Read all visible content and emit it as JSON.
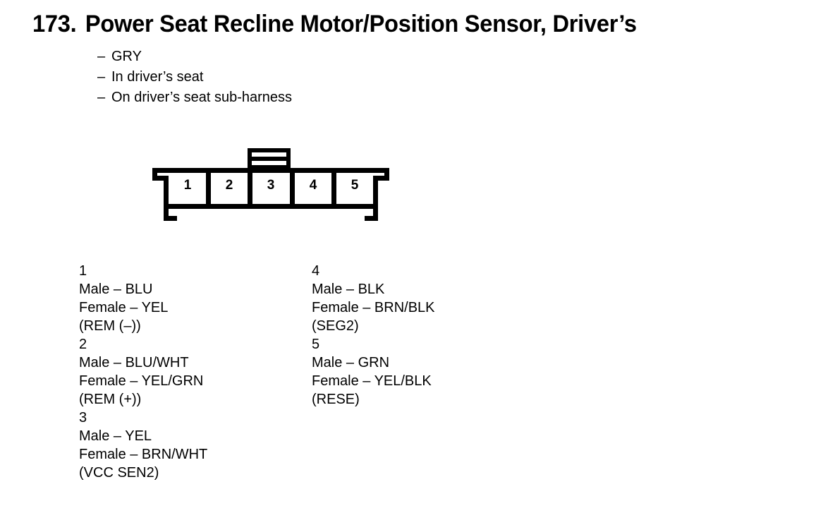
{
  "title": {
    "number": "173.",
    "text": "Power Seat Recline Motor/Position Sensor, Driver’s"
  },
  "descriptors": [
    {
      "dash": "–",
      "text": "GRY"
    },
    {
      "dash": "–",
      "text": "In driver’s seat"
    },
    {
      "dash": "–",
      "text": "On driver’s seat sub-harness"
    }
  ],
  "connector": {
    "cavity_count": 5,
    "cells": [
      {
        "label": "1"
      },
      {
        "label": "2"
      },
      {
        "label": "3"
      },
      {
        "label": "4"
      },
      {
        "label": "5"
      }
    ],
    "outline_color": "#000000"
  },
  "pin_legend": {
    "columns": [
      {
        "entries": [
          {
            "number": "1",
            "male": "Male – BLU",
            "female": "Female – YEL",
            "circuit": "(REM (–))"
          },
          {
            "number": "2",
            "male": "Male – BLU/WHT",
            "female": "Female – YEL/GRN",
            "circuit": "(REM (+))"
          },
          {
            "number": "3",
            "male": "Male – YEL",
            "female": "Female – BRN/WHT",
            "circuit": "(VCC SEN2)"
          }
        ]
      },
      {
        "entries": [
          {
            "number": "4",
            "male": "Male – BLK",
            "female": "Female – BRN/BLK",
            "circuit": "(SEG2)"
          },
          {
            "number": "5",
            "male": "Male – GRN",
            "female": "Female – YEL/BLK",
            "circuit": "(RESE)"
          }
        ]
      }
    ]
  }
}
